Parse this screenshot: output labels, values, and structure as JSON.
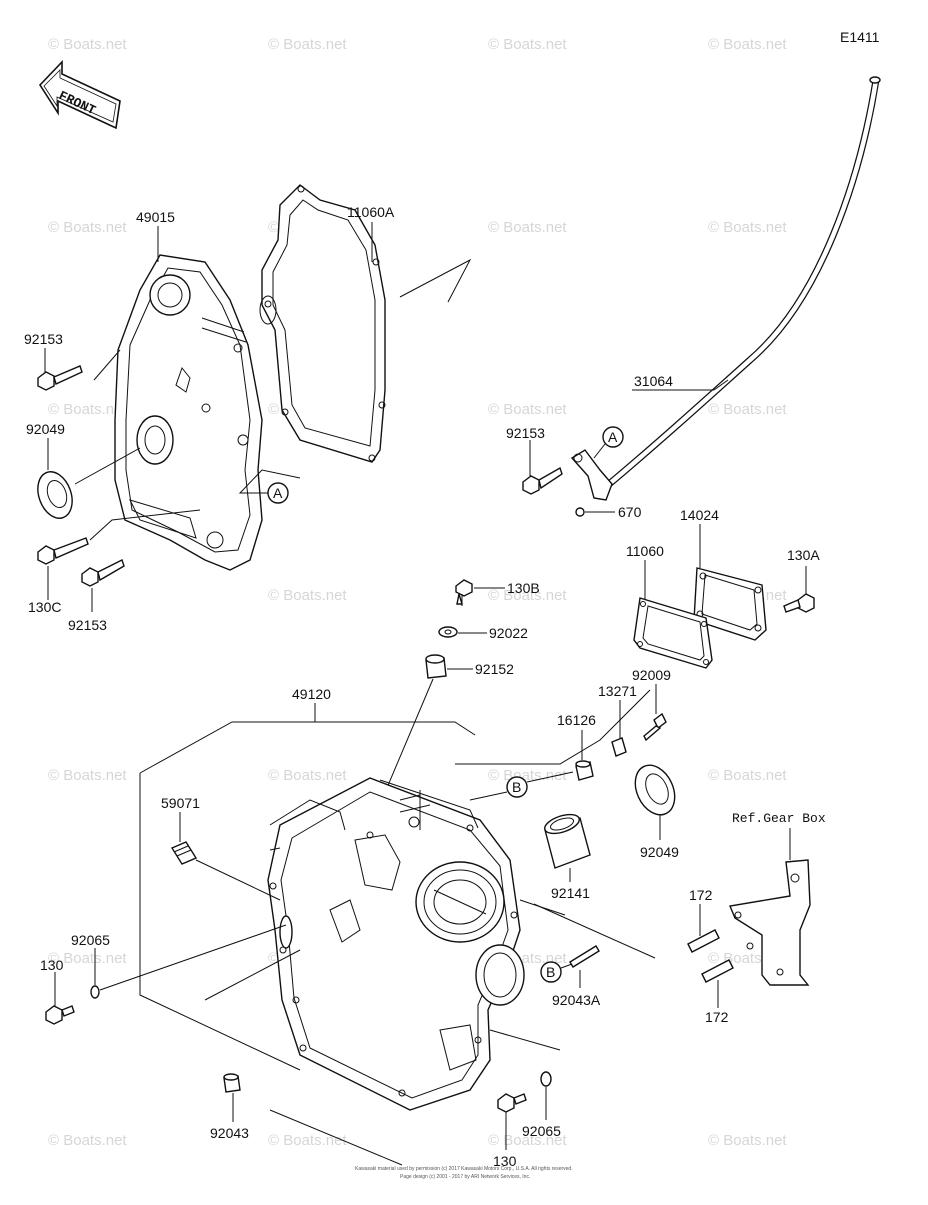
{
  "diagram_code": "E1411",
  "front_arrow_label": "FRONT",
  "watermark_text": "© Boats.net",
  "reference_note": "Ref.Gear Box",
  "callout_letters": {
    "a": "A",
    "b": "B"
  },
  "part_labels": {
    "p49015": "49015",
    "p11060A": "11060A",
    "p92153_top": "92153",
    "p92049_left": "92049",
    "p130C": "130C",
    "p92153_bottom": "92153",
    "p31064": "31064",
    "p92153_mid": "92153",
    "p670": "670",
    "p14024": "14024",
    "p11060": "11060",
    "p130A": "130A",
    "p130B": "130B",
    "p92022": "92022",
    "p92152": "92152",
    "p49120": "49120",
    "p92009": "92009",
    "p13271": "13271",
    "p16126": "16126",
    "p59071": "59071",
    "p92049_right": "92049",
    "p92141": "92141",
    "p172_top": "172",
    "p172_bottom": "172",
    "p92065_left": "92065",
    "p130_left": "130",
    "p92043A": "92043A",
    "p92043": "92043",
    "p130_bottom": "130",
    "p92065_bottom": "92065"
  },
  "footer_lines": {
    "line1": "Kawasaki material used by permission (c) 2017 Kawasaki Motors Corp., U.S.A. All rights reserved.",
    "line2": "Page design (c) 2001 - 2017 by ARI Network Services, Inc."
  }
}
